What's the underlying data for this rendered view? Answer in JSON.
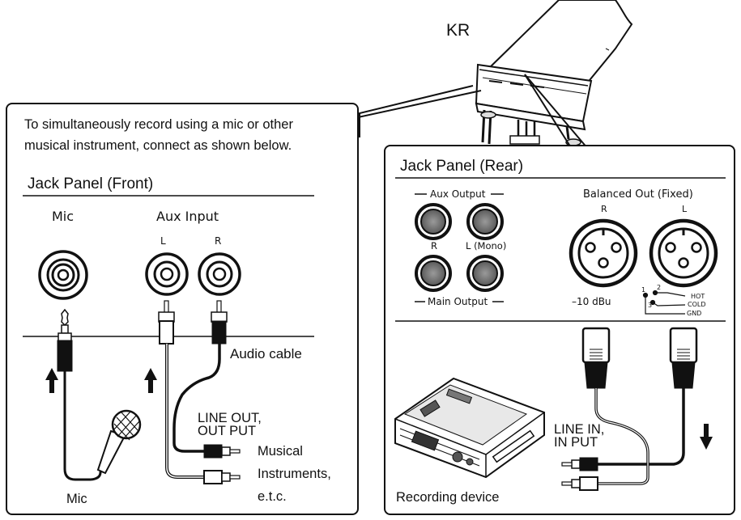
{
  "piano": {
    "model_label": "KR"
  },
  "front_panel": {
    "intro_line1": "To simultaneously record using a mic or other",
    "intro_line2": "musical instrument, connect as shown below.",
    "title": "Jack Panel (Front)",
    "mic_jack_label": "Mic",
    "aux_input_label": "Aux Input",
    "aux_l": "L",
    "aux_r": "R",
    "audio_cable_label": "Audio cable",
    "line_out_line1": "LINE OUT,",
    "line_out_line2": "OUT PUT",
    "instruments_line1": "Musical",
    "instruments_line2": "Instruments,",
    "instruments_line3": "e.t.c.",
    "mic_label": "Mic"
  },
  "rear_panel": {
    "title": "Jack Panel (Rear)",
    "aux_output_label": "Aux Output",
    "main_r": "R",
    "main_l": "L (Mono)",
    "main_output_label": "Main Output",
    "balanced_label": "Balanced Out (Fixed)",
    "bal_r": "R",
    "bal_l": "L",
    "level_label": "–10 dBu",
    "pin1": "1",
    "pin2": "2",
    "pin3": "3",
    "hot": "HOT",
    "cold": "COLD",
    "gnd": "GND",
    "line_in_line1": "LINE IN,",
    "line_in_line2": "IN PUT",
    "recording_device_label": "Recording device"
  }
}
